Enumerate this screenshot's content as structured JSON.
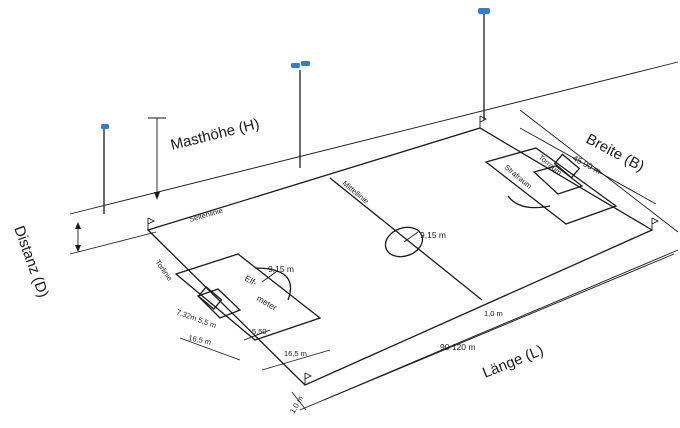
{
  "labels": {
    "masthoehe": "Masthöhe (H)",
    "distanz": "Distanz (D)",
    "breite": "Breite (B)",
    "laenge": "Länge (L)",
    "seitenlinie": "Seitenlinie",
    "mittellinie": "Mittellinie",
    "torlinie": "Torlinie",
    "strafraum": "Strafraum",
    "torraum": "Torraum",
    "elf": "Elf-",
    "meter": "meter",
    "circle_radius": "9,15 m",
    "arc_radius": "9,15 m",
    "width_range": "45  90  m",
    "length_range": "90  120  m",
    "margin_1m": "1,0  m",
    "margin_1m_bottom": "1,0 m",
    "d_16_5_a": "16,5  m",
    "d_16_5_b": "16,5  m",
    "d_5_50": "5,50",
    "d_goal": "7,32m 5,5 m"
  },
  "colors": {
    "line": "#1a1a1a",
    "lamp": "#2f7fd0"
  },
  "icons": [
    "floodlight-lamp-icon",
    "corner-flag-icon"
  ]
}
